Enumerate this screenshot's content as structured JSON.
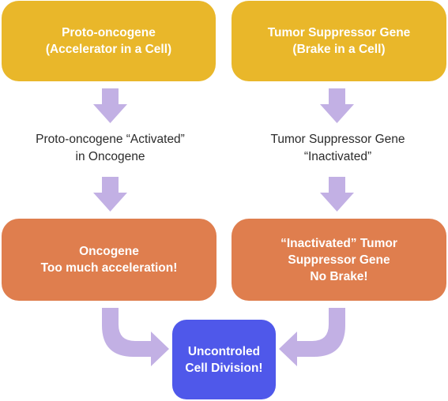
{
  "colors": {
    "top_box": "#e9b72a",
    "mid_box": "#df7e4e",
    "result_box": "#4f58ea",
    "arrow": "#c2b0e4"
  },
  "left": {
    "top_box": {
      "line1": "Proto-oncogene",
      "line2": "(Accelerator in a Cell)"
    },
    "middle_text": {
      "line1": "Proto-oncogene “Activated”",
      "line2": "in Oncogene"
    },
    "bottom_box": {
      "line1": "Oncogene",
      "line2": "Too much acceleration!"
    }
  },
  "right": {
    "top_box": {
      "line1": "Tumor Suppressor Gene",
      "line2": "(Brake in a Cell)"
    },
    "middle_text": {
      "line1": "Tumor Suppressor Gene",
      "line2": "“Inactivated”"
    },
    "bottom_box": {
      "line1": "“Inactivated” Tumor",
      "line2": "Suppressor Gene",
      "line3": "No Brake!"
    }
  },
  "result_box": {
    "line1": "Uncontroled",
    "line2": "Cell Division!"
  }
}
